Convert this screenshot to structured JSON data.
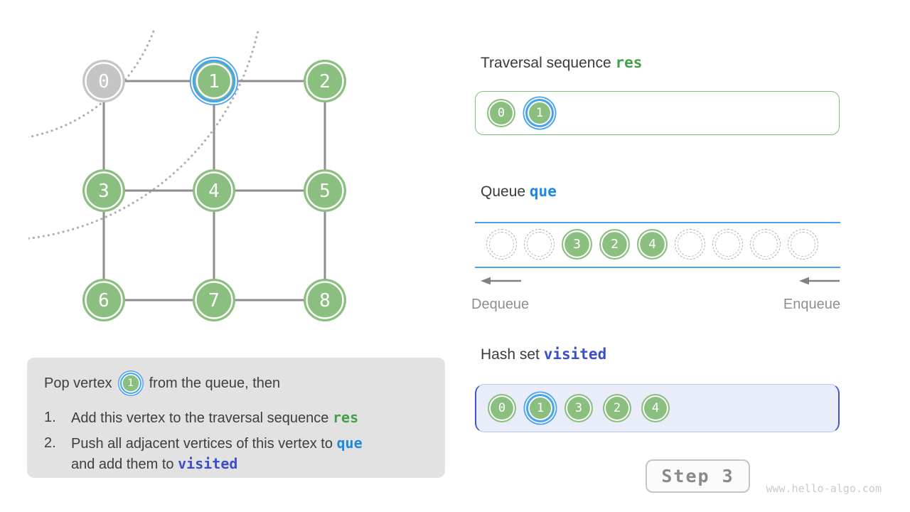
{
  "colors": {
    "node_green": "#8bbf80",
    "node_gray": "#c5c5c5",
    "highlight_blue": "#49a3ee",
    "res_green": "#43a047",
    "que_blue": "#1e88e5",
    "visited_indigo": "#3d4ec9",
    "edge_gray": "#8e8e8e",
    "queue_line_blue": "#4c9fe8"
  },
  "graph": {
    "vertices": [
      {
        "label": "0",
        "state": "inactive"
      },
      {
        "label": "1",
        "state": "current"
      },
      {
        "label": "2",
        "state": "visited"
      },
      {
        "label": "3",
        "state": "visited"
      },
      {
        "label": "4",
        "state": "visited"
      },
      {
        "label": "5",
        "state": "visited"
      },
      {
        "label": "6",
        "state": "visited"
      },
      {
        "label": "7",
        "state": "visited"
      },
      {
        "label": "8",
        "state": "visited"
      }
    ],
    "edges": [
      [
        "0",
        "1"
      ],
      [
        "1",
        "2"
      ],
      [
        "3",
        "4"
      ],
      [
        "4",
        "5"
      ],
      [
        "6",
        "7"
      ],
      [
        "7",
        "8"
      ],
      [
        "0",
        "3"
      ],
      [
        "1",
        "4"
      ],
      [
        "2",
        "5"
      ],
      [
        "3",
        "6"
      ],
      [
        "4",
        "7"
      ],
      [
        "5",
        "8"
      ]
    ]
  },
  "res_section": {
    "title": "Traversal sequence",
    "code": "res",
    "items": [
      {
        "label": "0",
        "highlight": false
      },
      {
        "label": "1",
        "highlight": true
      }
    ]
  },
  "queue_section": {
    "title": "Queue",
    "code": "que",
    "slots": [
      {
        "value": "",
        "filled": false
      },
      {
        "value": "",
        "filled": false
      },
      {
        "value": "3",
        "filled": true
      },
      {
        "value": "2",
        "filled": true
      },
      {
        "value": "4",
        "filled": true
      },
      {
        "value": "",
        "filled": false
      },
      {
        "value": "",
        "filled": false
      },
      {
        "value": "",
        "filled": false
      },
      {
        "value": "",
        "filled": false
      }
    ],
    "dequeue_label": "Dequeue",
    "enqueue_label": "Enqueue"
  },
  "visited_section": {
    "title": "Hash set",
    "code": "visited",
    "items": [
      {
        "label": "0",
        "highlight": false
      },
      {
        "label": "1",
        "highlight": true
      },
      {
        "label": "3",
        "highlight": false
      },
      {
        "label": "2",
        "highlight": false
      },
      {
        "label": "4",
        "highlight": false
      }
    ]
  },
  "explanation": {
    "intro_pre": "Pop vertex",
    "intro_vertex": "1",
    "intro_post": "from the queue, then",
    "item1_num": "1.",
    "item1_text": "Add this vertex to the traversal sequence ",
    "item1_code": "res",
    "item2_num": "2.",
    "item2_text": "Push all adjacent vertices of this vertex to ",
    "item2_code": "que",
    "item2_text2": "and add them to ",
    "item2_code2": "visited"
  },
  "footer": {
    "step_label": "Step 3",
    "site": "www.hello-algo.com"
  }
}
